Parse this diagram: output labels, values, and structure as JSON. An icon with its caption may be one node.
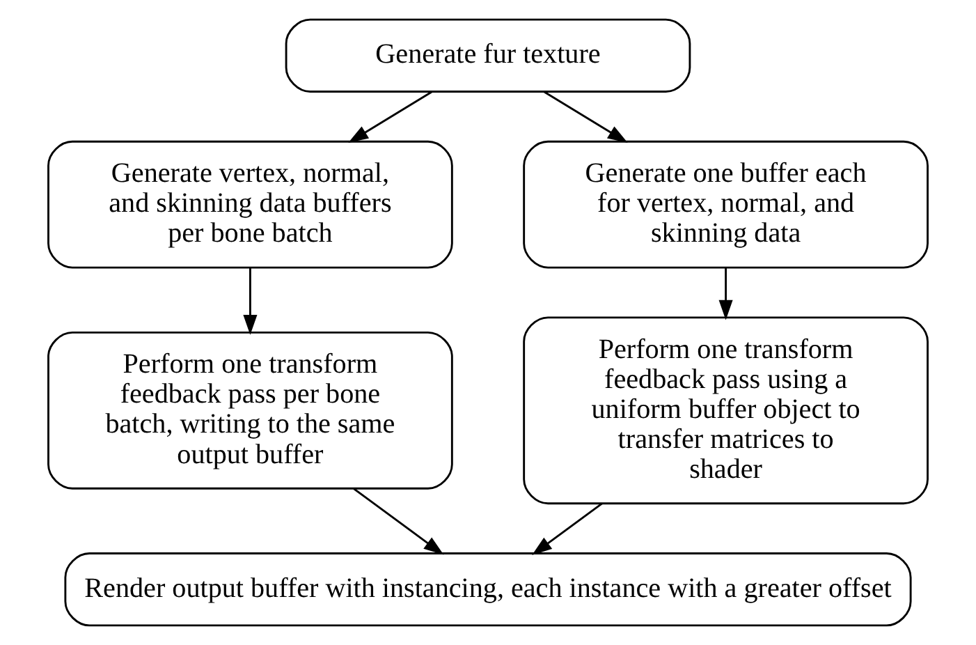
{
  "diagram": {
    "nodes": [
      {
        "text": [
          "Generate fur texture"
        ]
      },
      {
        "text": [
          "Generate vertex, normal, and skinning data buffers per bone batch"
        ]
      },
      {
        "text": [
          "Generate one buffer each for vertex, normal, and skinning data"
        ]
      },
      {
        "text": [
          "Perform one transform feedback pass per bone batch, writing to the same output buffer"
        ]
      },
      {
        "text": [
          "Perform one transform feedback pass using a uniform buffer object to transfer matrices to shader"
        ]
      },
      {
        "text": [
          "Render output buffer with instancing, each instance with a greater offset"
        ]
      }
    ],
    "edges": [
      {
        "from": 0,
        "to": 1,
        "arrow": "to"
      },
      {
        "from": 0,
        "to": 2,
        "arrow": "to"
      },
      {
        "from": 1,
        "to": 3,
        "arrow": "to"
      },
      {
        "from": 2,
        "to": 4,
        "arrow": "to"
      },
      {
        "from": 3,
        "to": 5,
        "arrow": "to"
      },
      {
        "from": 4,
        "to": 5,
        "arrow": "to"
      }
    ]
  }
}
